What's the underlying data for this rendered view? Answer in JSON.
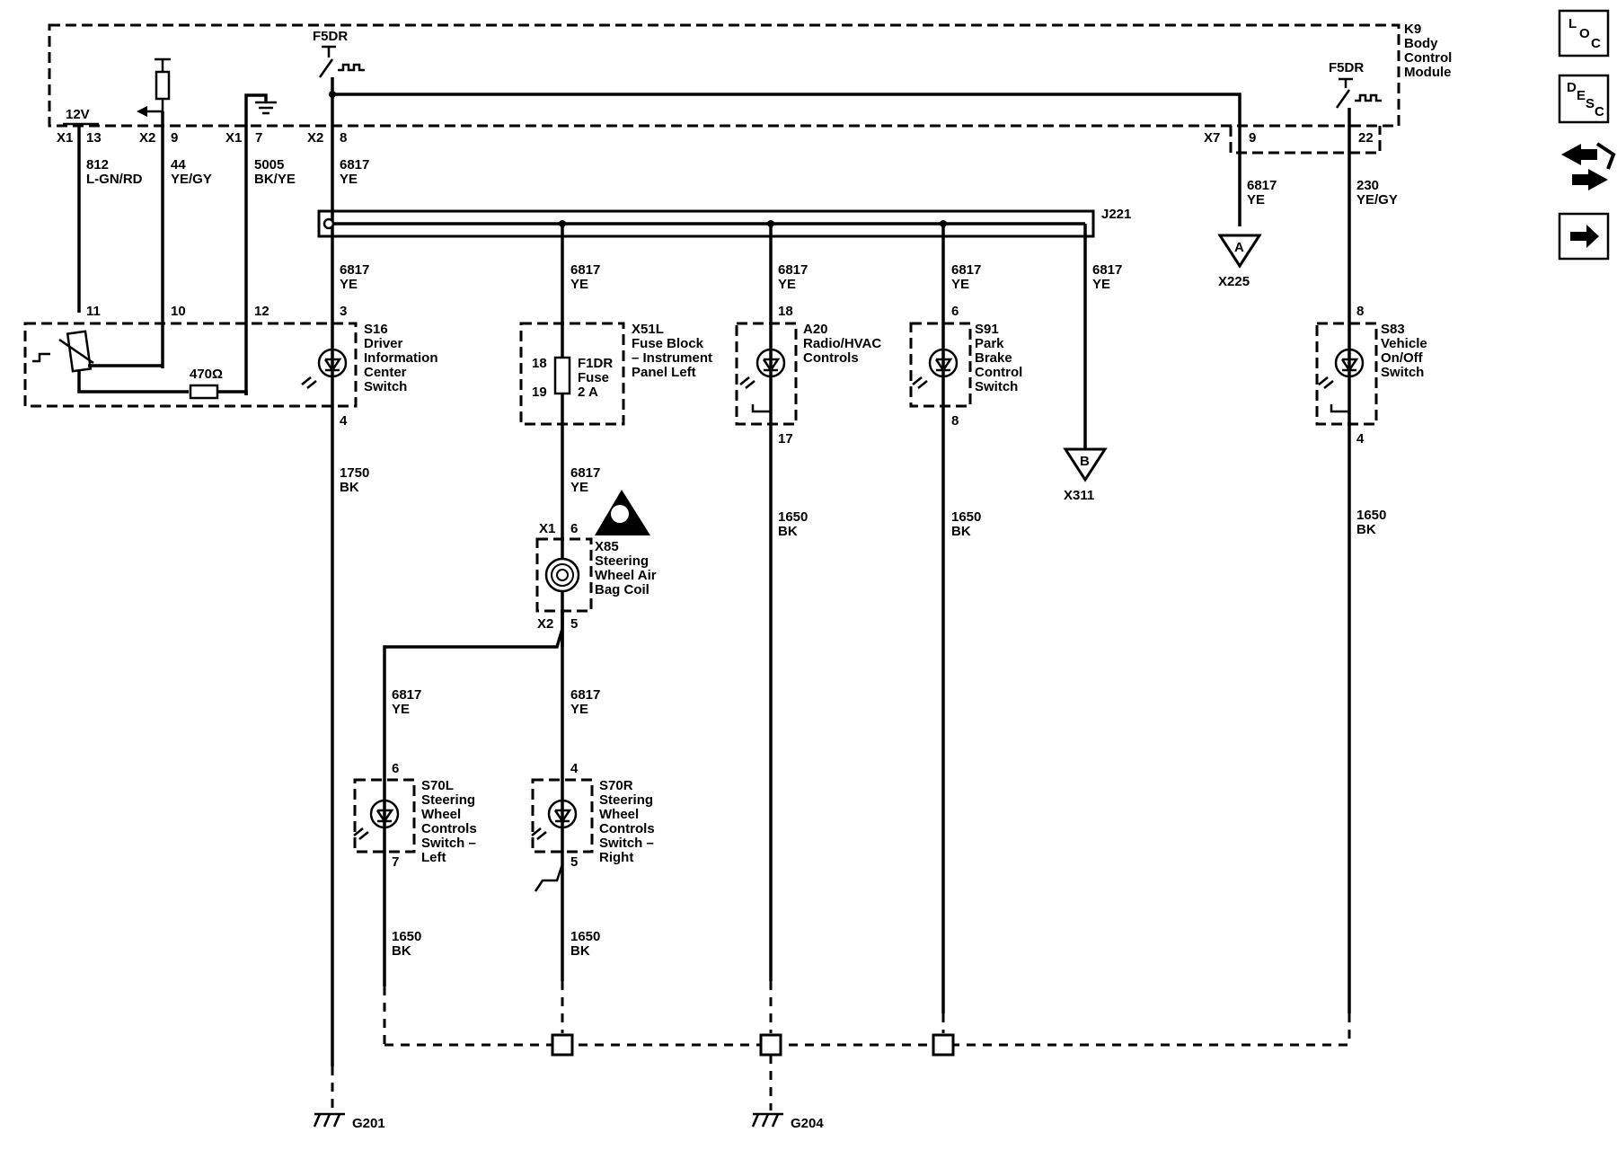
{
  "module": {
    "id": "K9",
    "name_lines": [
      "Body",
      "Control",
      "Module"
    ],
    "output_left": "F5DR",
    "output_right": "F5DR",
    "supply": "12V"
  },
  "connectors": {
    "x1": "X1",
    "x2": "X2",
    "x7": "X7"
  },
  "pins": {
    "k9_13": "13",
    "k9_9": "9",
    "k9_7": "7",
    "k9_8": "8",
    "k9_x7_9": "9",
    "k9_22": "22",
    "s16_11": "11",
    "s16_10": "10",
    "s16_12": "12",
    "s16_3": "3",
    "s16_4": "4",
    "x51l_18": "18",
    "x51l_19": "19",
    "a20_18": "18",
    "a20_17": "17",
    "s91_6": "6",
    "s91_8": "8",
    "s83_8": "8",
    "s83_4": "4",
    "x85_6": "6",
    "x85_5": "5",
    "s70l_6": "6",
    "s70l_7": "7",
    "s70r_4": "4",
    "s70r_5": "5"
  },
  "wires": {
    "w812": {
      "circuit": "812",
      "color": "L-GN/RD"
    },
    "w44": {
      "circuit": "44",
      "color": "YE/GY"
    },
    "w5005": {
      "circuit": "5005",
      "color": "BK/YE"
    },
    "w6817": {
      "circuit": "6817",
      "color": "YE"
    },
    "w230": {
      "circuit": "230",
      "color": "YE/GY"
    },
    "w1750": {
      "circuit": "1750",
      "color": "BK"
    },
    "w1650": {
      "circuit": "1650",
      "color": "BK"
    }
  },
  "splice": "J221",
  "components": {
    "s16": {
      "id": "S16",
      "lines": [
        "Driver",
        "Information",
        "Center",
        "Switch"
      ]
    },
    "x51l": {
      "id": "X51L",
      "lines": [
        "Fuse Block",
        "– Instrument",
        "Panel Left"
      ]
    },
    "f1dr": {
      "id": "F1DR",
      "lines": [
        "Fuse",
        "2 A"
      ]
    },
    "a20": {
      "id": "A20",
      "lines": [
        "Radio/HVAC",
        "Controls"
      ]
    },
    "s91": {
      "id": "S91",
      "lines": [
        "Park",
        "Brake",
        "Control",
        "Switch"
      ]
    },
    "s83": {
      "id": "S83",
      "lines": [
        "Vehicle",
        "On/Off",
        "Switch"
      ]
    },
    "x85": {
      "id": "X85",
      "lines": [
        "Steering",
        "Wheel Air",
        "Bag Coil"
      ]
    },
    "s70l": {
      "id": "S70L",
      "lines": [
        "Steering",
        "Wheel",
        "Controls",
        "Switch –",
        "Left"
      ]
    },
    "s70r": {
      "id": "S70R",
      "lines": [
        "Steering",
        "Wheel",
        "Controls",
        "Switch –",
        "Right"
      ]
    }
  },
  "resistor": "470Ω",
  "references": {
    "a": {
      "letter": "A",
      "page": "X225"
    },
    "b": {
      "letter": "B",
      "page": "X311"
    }
  },
  "grounds": {
    "g201": "G201",
    "g204": "G204"
  },
  "nav": {
    "loc": [
      "L",
      "O",
      "C"
    ],
    "desc": [
      "D",
      "E",
      "S",
      "C"
    ],
    "service_icon": "connector-service-icon",
    "next_icon": "arrow-right-icon"
  }
}
